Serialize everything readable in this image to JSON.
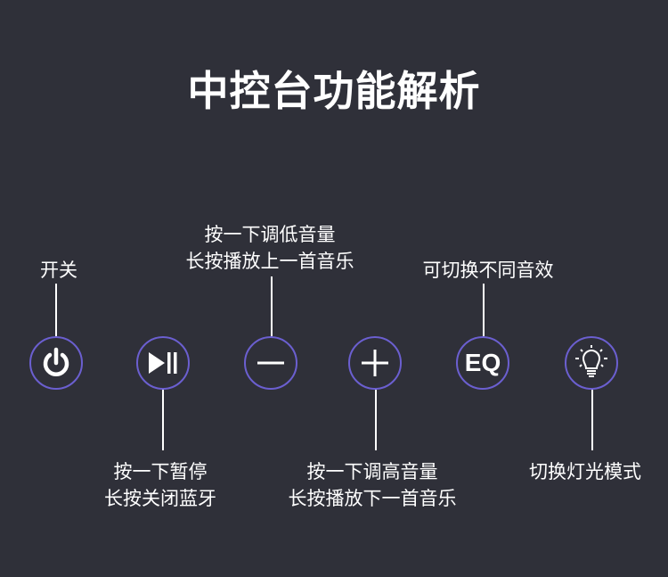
{
  "title": "中控台功能解析",
  "buttons": [
    {
      "icon": "power-icon",
      "lines": [
        "开关"
      ]
    },
    {
      "icon": "play-pause-icon",
      "lines": [
        "按一下暂停",
        "长按关闭蓝牙"
      ]
    },
    {
      "icon": "minus-icon",
      "lines": [
        "按一下调低音量",
        "长按播放上一首音乐"
      ]
    },
    {
      "icon": "plus-icon",
      "lines": [
        "按一下调高音量",
        "长按播放下一首音乐"
      ]
    },
    {
      "icon": "eq-icon",
      "text": "EQ",
      "lines": [
        "可切换不同音效"
      ]
    },
    {
      "icon": "light-bulb-icon",
      "lines": [
        "切换灯光模式"
      ]
    }
  ],
  "colors": {
    "background": "#2f3039",
    "ring": "#6b5fd0"
  }
}
